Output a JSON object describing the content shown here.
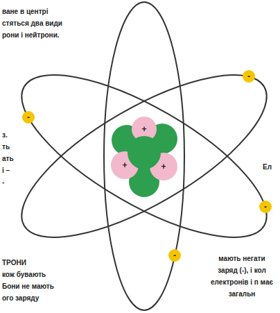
{
  "diagram": {
    "labels": [
      "ване в центрі стяться два види рони і нейтрони.",
      "+",
      "+",
      "+",
      "-",
      "з. ть ать і – -",
      "-",
      "Ел",
      "-",
      "ТРОНИ",
      "кож бувають Бони не мають ого заряду",
      "-",
      "мають негати заряд (-), і кол електронів і п має загальн"
    ]
  }
}
